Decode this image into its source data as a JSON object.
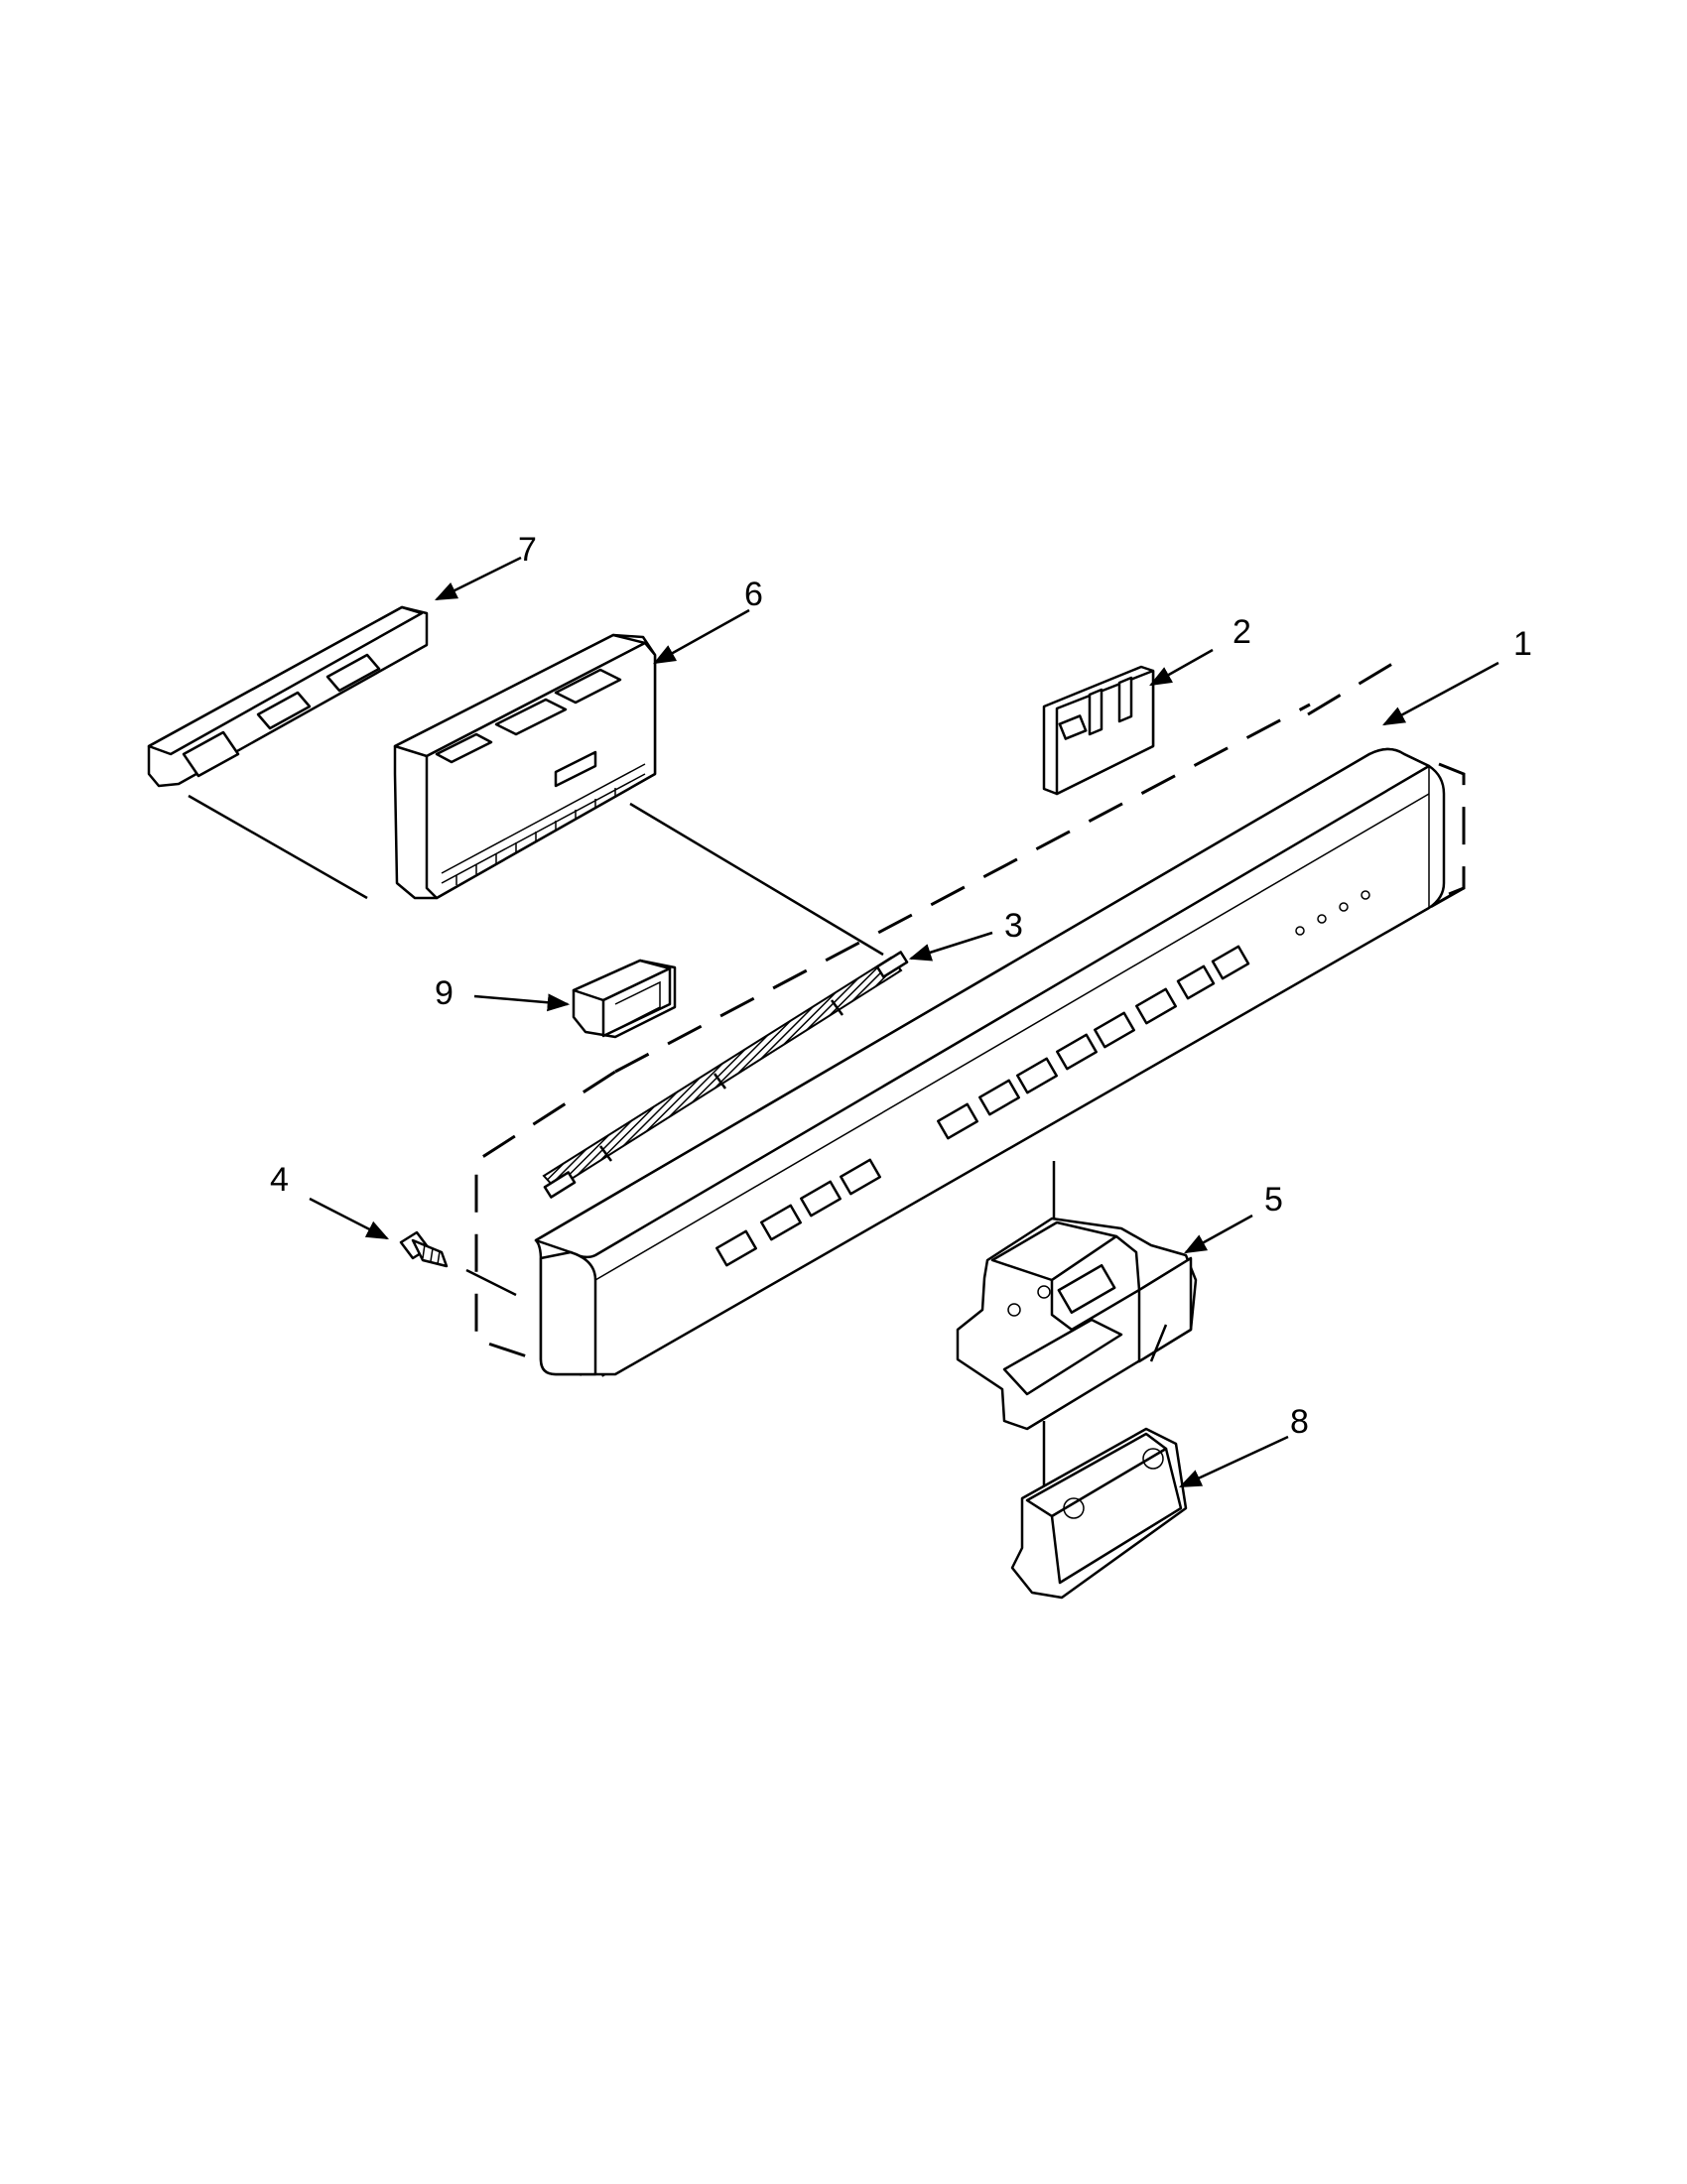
{
  "diagram": {
    "background": "#ffffff",
    "ink": "#000000",
    "callouts": [
      "1",
      "2",
      "3",
      "4",
      "5",
      "6",
      "7",
      "8",
      "9"
    ]
  }
}
